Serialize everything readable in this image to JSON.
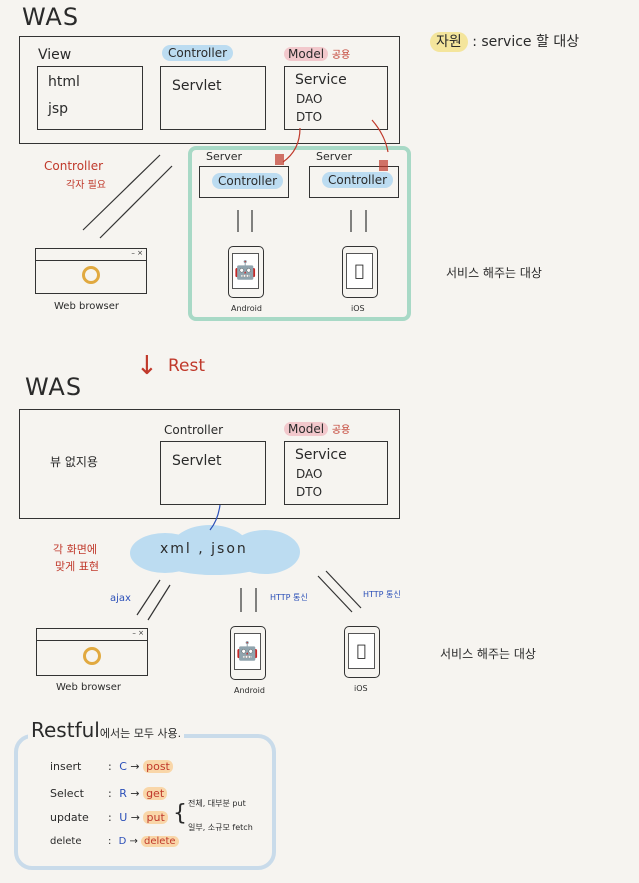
{
  "top": {
    "was_title": "WAS",
    "view_label": "View",
    "view_items": [
      "html",
      "jsp"
    ],
    "controller_label": "Controller",
    "servlet": "Servlet",
    "model_label": "Model",
    "model_shared": "공용",
    "model_items": [
      "Service",
      "DAO",
      "DTO"
    ],
    "controller_note": [
      "Controller",
      "각자 필요"
    ],
    "server1": "Server",
    "server1_controller": "Controller",
    "server2": "Server",
    "server2_controller": "Controller",
    "android": "Android",
    "ios": "iOS",
    "browser": "Web browser",
    "service_target": "서비스 해주는 대상",
    "resource_legend": "자원",
    "resource_legend_text": ": service 할 대상"
  },
  "rest_arrow_label": "Rest",
  "bottom": {
    "was_title": "WAS",
    "no_view": "뷰 없지용",
    "controller_label": "Controller",
    "servlet": "Servlet",
    "model_label": "Model",
    "model_shared": "공용",
    "model_items": [
      "Service",
      "DAO",
      "DTO"
    ],
    "cloud_text": "xml , json",
    "screen_note": [
      "각 화면에",
      "맞게 표현"
    ],
    "ajax": "ajax",
    "http1": "HTTP 통신",
    "http2": "HTTP 통신",
    "android": "Android",
    "ios": "iOS",
    "browser": "Web browser",
    "service_target": "서비스 해주는 대상"
  },
  "restful": {
    "title": "Restful",
    "title_suffix": "에서는 모두 사용.",
    "rows": [
      {
        "op": "insert",
        "letter": "C",
        "method": "post"
      },
      {
        "op": "Select",
        "letter": "R",
        "method": "get"
      },
      {
        "op": "update",
        "letter": "U",
        "method": "put"
      },
      {
        "op": "delete",
        "letter": "D",
        "method": "delete"
      }
    ],
    "note_put": "전체, 대부분 put",
    "note_fetch": "일부, 소규모 fetch"
  },
  "colors": {
    "teal_frame": "#a8d9c6",
    "blue_frame": "#c9dbea",
    "red_text": "#c0392b",
    "blue_text": "#2b4fb8",
    "highlight_blue": "#bcdcf1",
    "highlight_pink": "#f2c8cc",
    "highlight_yellow": "#f4e59c",
    "highlight_orange": "#f9d6a8"
  }
}
